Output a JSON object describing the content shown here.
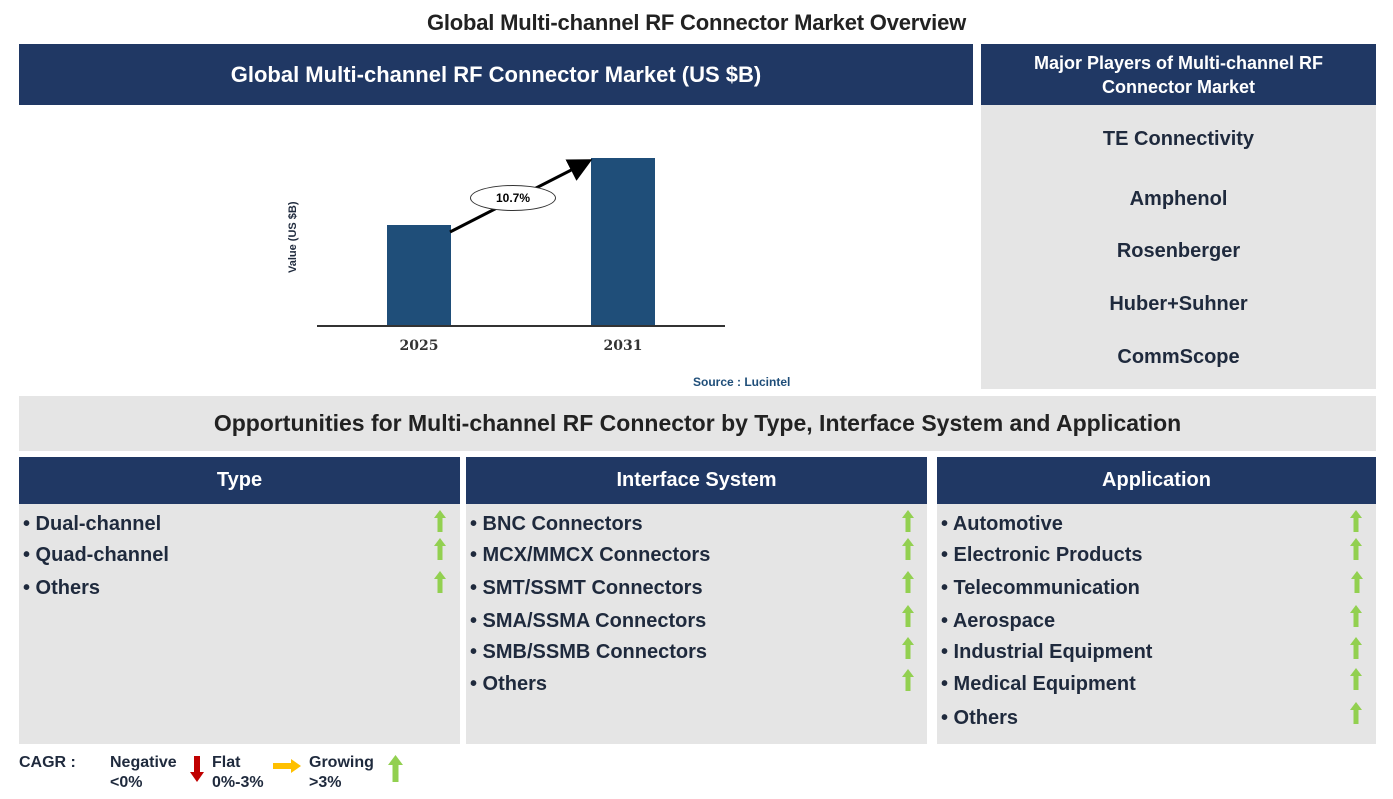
{
  "page": {
    "title": "Global Multi-channel RF Connector Market Overview"
  },
  "chart_panel": {
    "header": "Global Multi-channel RF Connector Market (US $B)",
    "source": "Source : Lucintel"
  },
  "chart_data": {
    "type": "bar",
    "title": "Global Multi-channel RF Connector Market (US $B)",
    "categories": [
      "2025",
      "2031"
    ],
    "values": [
      1.0,
      1.84
    ],
    "values_note": "relative heights; no axis values shown",
    "xlabel": "",
    "ylabel": "Value (US $B)",
    "annotations": [
      {
        "type": "arrow",
        "from": "2025",
        "to": "2031",
        "label": "10.7%",
        "meaning": "CAGR"
      }
    ],
    "grid": false,
    "legend": null,
    "bar_color": "#1f4e79",
    "source": "Source : Lucintel"
  },
  "players": {
    "header": "Major Players of Multi-channel RF Connector Market",
    "items": [
      "TE Connectivity",
      "Amphenol",
      "Rosenberger",
      "Huber+Suhner",
      "CommScope"
    ]
  },
  "opportunities": {
    "header": "Opportunities for Multi-channel RF Connector by Type, Interface System and Application",
    "columns": [
      {
        "title": "Type",
        "items": [
          {
            "label": "• Dual-channel",
            "trend": "growing"
          },
          {
            "label": "• Quad-channel",
            "trend": "growing"
          },
          {
            "label": "• Others",
            "trend": "growing"
          }
        ]
      },
      {
        "title": "Interface System",
        "items": [
          {
            "label": "• BNC Connectors",
            "trend": "growing"
          },
          {
            "label": "• MCX/MMCX Connectors",
            "trend": "growing"
          },
          {
            "label": "• SMT/SSMT Connectors",
            "trend": "growing"
          },
          {
            "label": "• SMA/SSMA Connectors",
            "trend": "growing"
          },
          {
            "label": "• SMB/SSMB Connectors",
            "trend": "growing"
          },
          {
            "label": "• Others",
            "trend": "growing"
          }
        ]
      },
      {
        "title": "Application",
        "items": [
          {
            "label": "• Automotive",
            "trend": "growing"
          },
          {
            "label": "• Electronic Products",
            "trend": "growing"
          },
          {
            "label": "• Telecommunication",
            "trend": "growing"
          },
          {
            "label": "• Aerospace",
            "trend": "growing"
          },
          {
            "label": "• Industrial Equipment",
            "trend": "growing"
          },
          {
            "label": "• Medical Equipment",
            "trend": "growing"
          },
          {
            "label": "• Others",
            "trend": "growing"
          }
        ]
      }
    ]
  },
  "legend": {
    "label": "CAGR :",
    "negative": {
      "name": "Negative",
      "range": "<0%",
      "icon": "down-arrow-icon",
      "color": "#c00000"
    },
    "flat": {
      "name": "Flat",
      "range": "0%-3%",
      "icon": "right-arrow-icon",
      "color": "#ffc000"
    },
    "growing": {
      "name": "Growing",
      "range": ">3%",
      "icon": "up-arrow-icon",
      "color": "#92d050"
    }
  },
  "colors": {
    "navy": "#203864",
    "panel_grey": "#e5e5e5",
    "bar": "#1f4e79",
    "growth_green": "#92d050"
  }
}
